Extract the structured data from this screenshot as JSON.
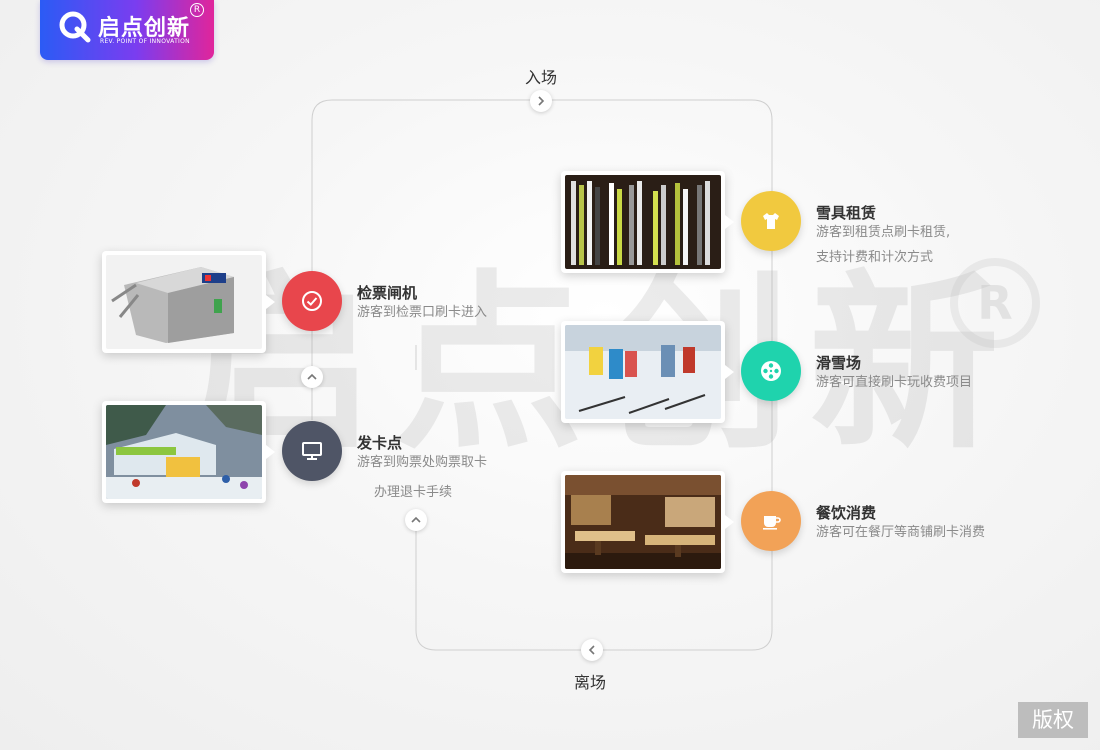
{
  "logo": {
    "name": "启点创新",
    "subtitle": "REV. POINT OF INNOVATION",
    "registered_mark": "R"
  },
  "flow": {
    "entry_label": "入场",
    "exit_label": "离场"
  },
  "nodes": {
    "turnstile": {
      "title": "检票闸机",
      "desc": "游客到检票口刷卡进入",
      "icon": "check-circle-icon",
      "color": "#e8464c"
    },
    "card_issue": {
      "title": "发卡点",
      "desc_line1": "游客到购票处购票取卡",
      "desc_line2": "办理退卡手续",
      "icon": "monitor-icon",
      "color": "#4f5566"
    },
    "rental": {
      "title": "雪具租赁",
      "desc_line1": "游客到租赁点刷卡租赁,",
      "desc_line2": "支持计费和计次方式",
      "icon": "tshirt-icon",
      "color": "#f1c93f"
    },
    "ski": {
      "title": "滑雪场",
      "desc": "游客可直接刷卡玩收费项目",
      "icon": "film-reel-icon",
      "color": "#1fd3ad"
    },
    "dining": {
      "title": "餐饮消费",
      "desc": "游客可在餐厅等商铺刷卡消费",
      "icon": "cup-icon",
      "color": "#f2a257"
    }
  },
  "watermark": {
    "text": "启点创新",
    "mark": "R"
  },
  "copyright": "版权"
}
